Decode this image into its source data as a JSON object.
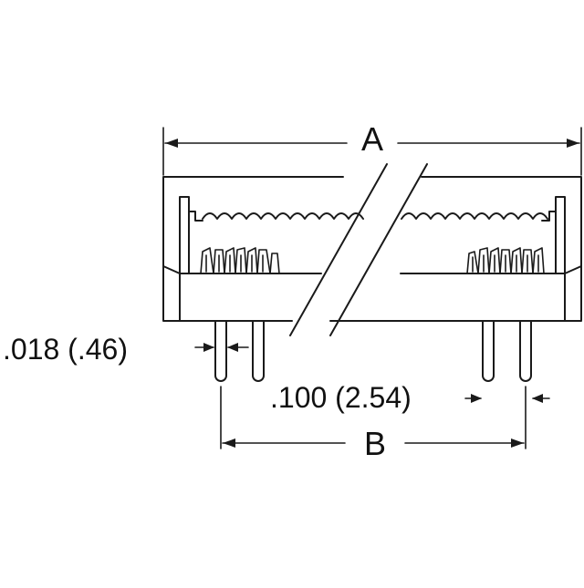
{
  "dimensions": {
    "overall_length_label": "A",
    "pin_row_span_label": "B",
    "pin_width_label": ".018 (.46)",
    "pin_pitch_label": ".100 (2.54)"
  },
  "colors": {
    "line": "#1a1a1a",
    "background": "#ffffff"
  }
}
